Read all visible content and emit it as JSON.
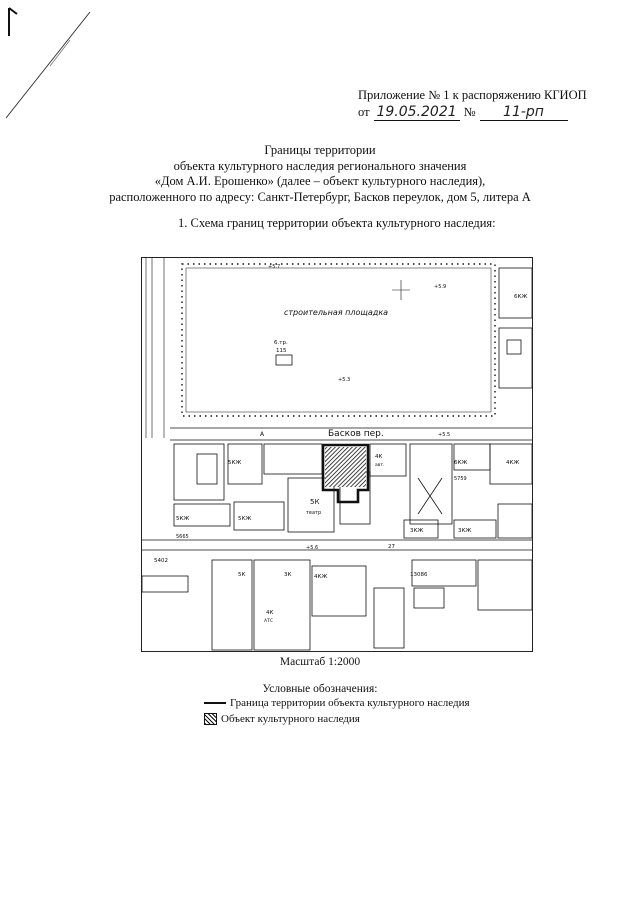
{
  "header": {
    "appendix": "Приложение № 1 к распоряжению КГИОП",
    "from_label": "от",
    "date_handwritten": "19.05.2021",
    "number_label": "№",
    "number_handwritten": "11-рп"
  },
  "title": {
    "line1": "Границы территории",
    "line2": "объекта культурного наследия регионального значения",
    "line3": "«Дом А.И. Ерошенко» (далее – объект культурного наследия),",
    "line4": "расположенного по адресу: Санкт-Петербург, Басков переулок, дом 5, литера А"
  },
  "section1": "1.   Схема границ территории объекта культурного наследия:",
  "map": {
    "construction_site": "строительная площадка",
    "street": "Басков пер.",
    "letter_a": "А",
    "building_6tr": "6.тр.",
    "building_115": "115",
    "label_5kzh_1": "5КЖ",
    "label_5kzh_2": "5КЖ",
    "label_5kzh_3": "5КЖ",
    "label_5k": "5К",
    "label_teatr": "театр",
    "label_4k": "4К",
    "label_avt": "авт.",
    "label_6kzh_1": "6КЖ",
    "label_6kzh_2": "6КЖ",
    "label_4kzh_1": "4КЖ",
    "label_4kzh_2": "4КЖ",
    "label_3kzh_1": "3КЖ",
    "label_3kzh_2": "3КЖ",
    "label_5k_b": "5К",
    "label_3k": "3К",
    "label_4k_b": "4К",
    "label_ats": "АТС",
    "label_5759": "5759",
    "label_5665": "5665",
    "label_5402": "5402",
    "label_13086": "13086",
    "label_27": "27",
    "h_55": "+5.5",
    "h_53": "+5.3",
    "h_57": "+5.7",
    "h_59": "+5.9",
    "h_56": "+5.6"
  },
  "scale": "Масштаб 1:2000",
  "legend": {
    "title": "Условные обозначения:",
    "boundary": "Граница территории объекта культурного наследия",
    "heritage": "Объект культурного наследия"
  }
}
